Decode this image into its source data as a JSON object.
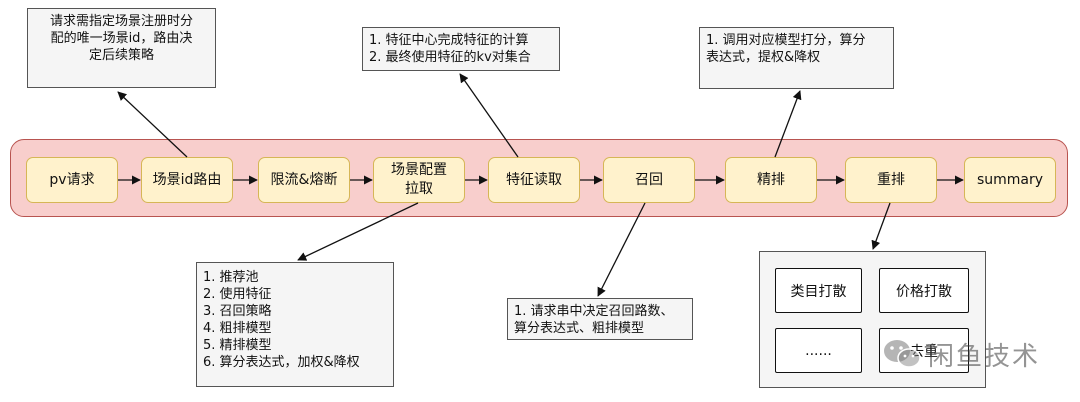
{
  "pipeline": {
    "steps": [
      "pv请求",
      "场景id路由",
      "限流&熔断",
      "场景配置\n拉取",
      "特征读取",
      "召回",
      "精排",
      "重排",
      "summary"
    ]
  },
  "notes": {
    "routing": "请求需指定场景注册时分\n配的唯一场景id，路由决\n定后续策略",
    "feature": "1. 特征中心完成特征的计算\n2. 最终使用特征的kv对集合",
    "ranking": "1. 调用对应模型打分，算分\n表达式，提权&降权",
    "config": "1. 推荐池\n2. 使用特征\n3. 召回策略\n4. 粗排模型\n5. 精排模型\n6. 算分表达式，加权&降权",
    "recall": "1. 请求串中决定召回路数、\n算分表达式、粗排模型"
  },
  "rerank_group": {
    "items": [
      "类目打散",
      "价格打散",
      "......",
      "去重"
    ]
  },
  "watermark": {
    "text": "闲鱼技术"
  }
}
